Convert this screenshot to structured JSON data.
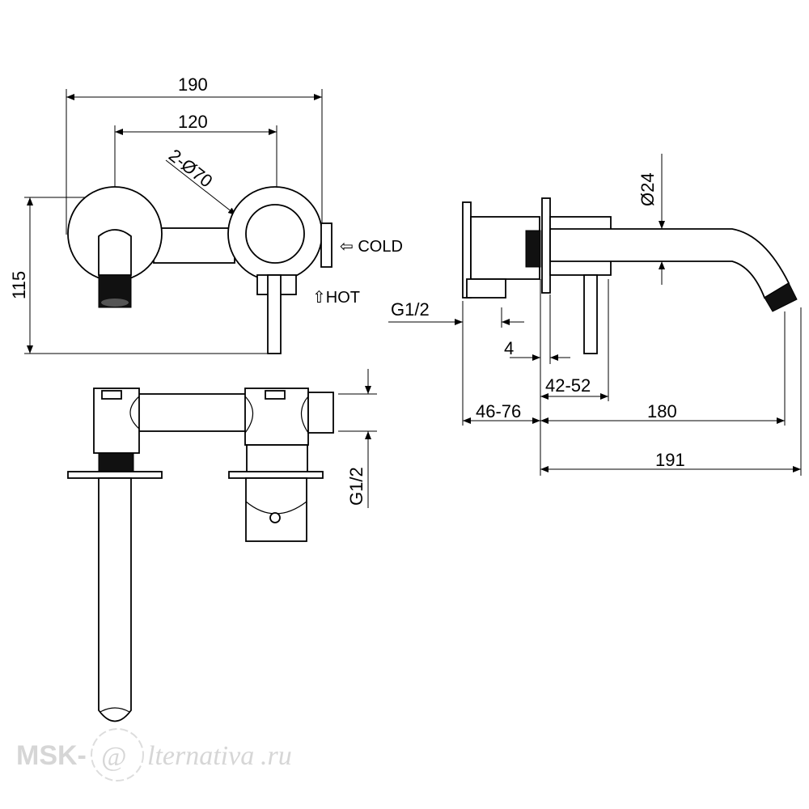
{
  "drawing": {
    "front_view": {
      "dim_overall_width": "190",
      "dim_center_distance": "120",
      "dim_rosette": "2-Ø70",
      "dim_height": "115",
      "cold_label": "⇦ COLD",
      "hot_label": "⇧HOT"
    },
    "top_view": {
      "dim_thread": "G1/2"
    },
    "side_view": {
      "dim_spout_diameter": "Ø24",
      "dim_thread": "G1/2",
      "dim_plate": "4",
      "dim_handle_offset": "42-52",
      "dim_wall_depth": "46-76",
      "dim_spout_projection": "180",
      "dim_total_projection": "191"
    }
  },
  "watermark": {
    "brand_prefix": "MSK-",
    "brand_at": "@",
    "brand_suffix": "lternativa",
    "brand_domain": ".ru"
  }
}
